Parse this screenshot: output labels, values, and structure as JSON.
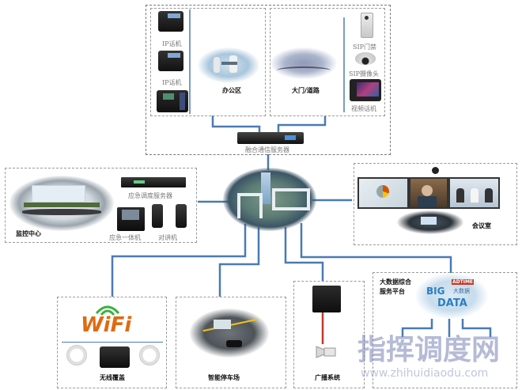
{
  "colors": {
    "line": "#4a7ab5",
    "red_line": "#c0392b",
    "dashed": "#999999"
  },
  "top_section": {
    "office": {
      "title": "办公区",
      "devices": [
        "IP话机",
        "IP话机"
      ]
    },
    "gate": {
      "title": "大门/道路",
      "devices": [
        "SIP门禁",
        "SIP摄像头",
        "视频话机"
      ]
    },
    "server": "融合通信服务器"
  },
  "monitor_center": {
    "title": "监控中心",
    "devices": [
      "应急调度服务器",
      "应急一体机",
      "对讲机"
    ]
  },
  "meeting_room": {
    "title": "会议室"
  },
  "wifi": {
    "logo": "WiFi",
    "title": "无线覆盖"
  },
  "parking": {
    "title": "智能停车场"
  },
  "broadcast": {
    "title": "广播系统"
  },
  "bigdata": {
    "title_line1": "大数据综合",
    "title_line2": "服务平台",
    "cloud_words": [
      "BIG",
      "DATA",
      "ADTIME",
      "大数据"
    ]
  },
  "watermark": {
    "text": "指挥调度网",
    "url": "www.zhihuidiaodu.com"
  }
}
